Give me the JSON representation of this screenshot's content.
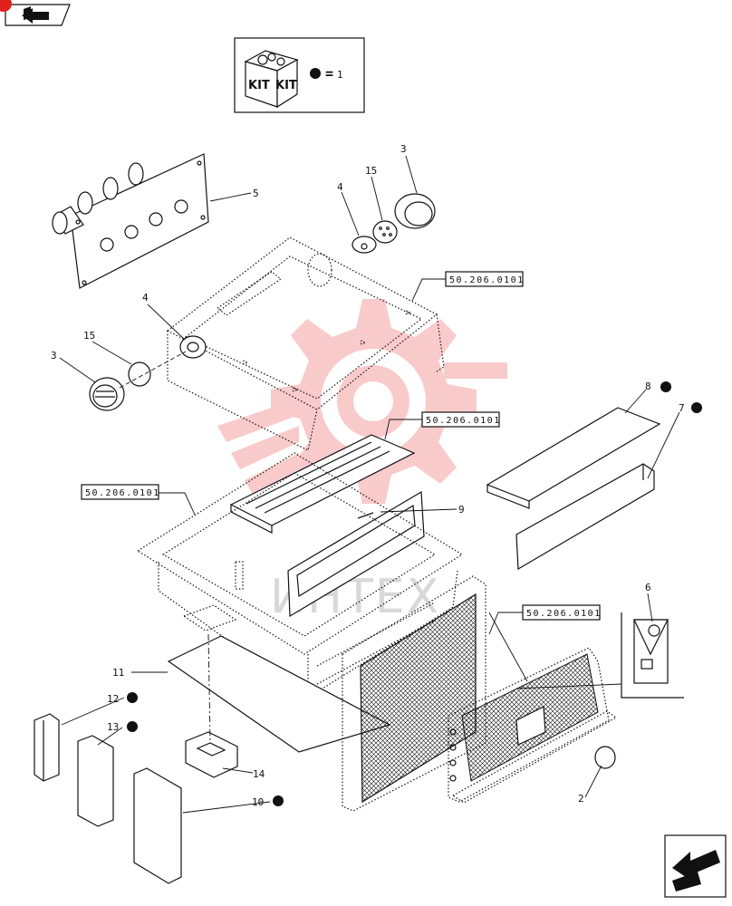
{
  "colors": {
    "line": "#111111",
    "watermark_gear": "#f5a0a0",
    "watermark_text": "#d8d8d8",
    "badge": "#e0201c"
  },
  "icons": {
    "top_left": "book-arrow-icon",
    "bottom_right": "next-page-arrow-icon"
  },
  "kit_legend": {
    "box_label_1": "KIT",
    "box_label_2": "KIT",
    "equals": "=",
    "value": "1"
  },
  "watermark": {
    "text": "ИНТЕХ"
  },
  "refs": [
    "50.206.0101",
    "50.206.0101",
    "50.206.0101",
    "50.206.0101"
  ],
  "callouts": [
    {
      "id": "c3a",
      "label": "3"
    },
    {
      "id": "c15a",
      "label": "15"
    },
    {
      "id": "c4a",
      "label": "4"
    },
    {
      "id": "c5",
      "label": "5"
    },
    {
      "id": "c4b",
      "label": "4"
    },
    {
      "id": "c15b",
      "label": "15"
    },
    {
      "id": "c3b",
      "label": "3"
    },
    {
      "id": "c8",
      "label": "8"
    },
    {
      "id": "c7",
      "label": "7"
    },
    {
      "id": "c9",
      "label": "9"
    },
    {
      "id": "c6",
      "label": "6"
    },
    {
      "id": "c11",
      "label": "11"
    },
    {
      "id": "c12",
      "label": "12"
    },
    {
      "id": "c13",
      "label": "13"
    },
    {
      "id": "c14",
      "label": "14"
    },
    {
      "id": "c10",
      "label": "10"
    },
    {
      "id": "c2",
      "label": "2"
    }
  ]
}
